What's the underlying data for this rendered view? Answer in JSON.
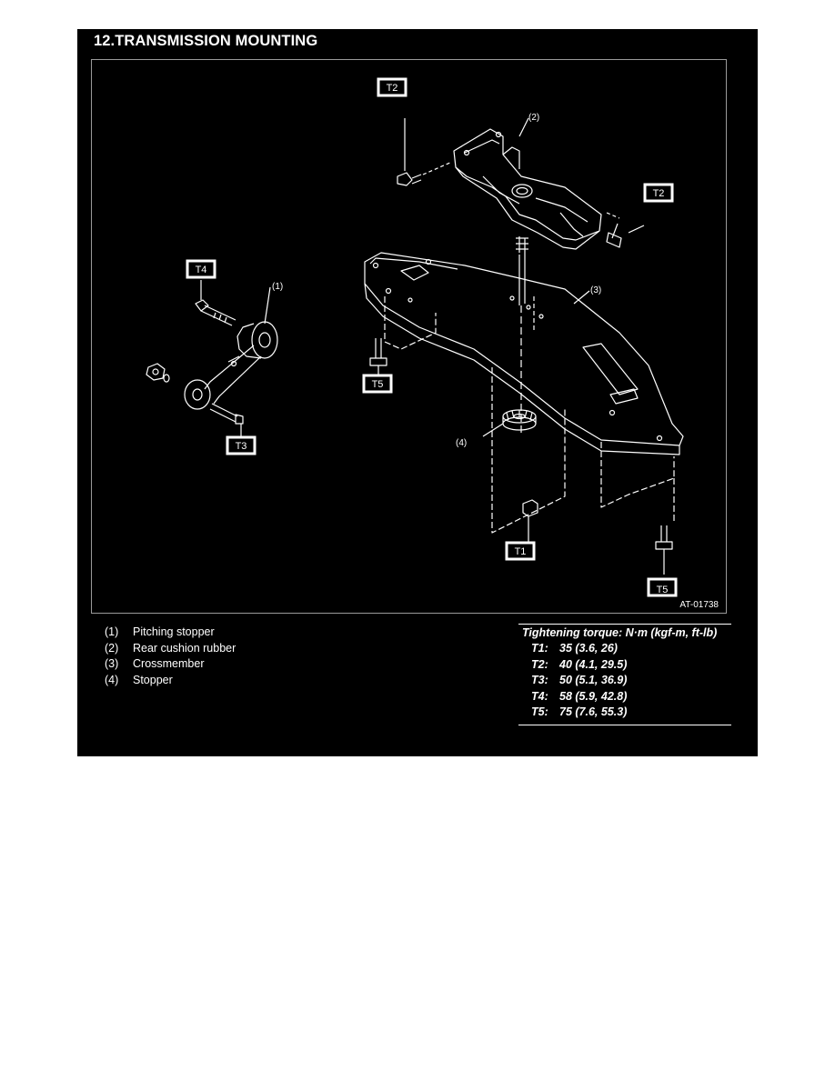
{
  "title": "12.TRANSMISSION MOUNTING",
  "figure": {
    "tags": {
      "t2_top": "T2",
      "t2_right": "T2",
      "t4": "T4",
      "t5_left": "T5",
      "t3": "T3",
      "t1": "T1",
      "t5_bottom": "T5"
    },
    "callouts": {
      "c1": "(1)",
      "c2": "(2)",
      "c3": "(3)",
      "c4": "(4)"
    },
    "figure_id": "AT-01738"
  },
  "legend": [
    {
      "num": "(1)",
      "text": "Pitching stopper"
    },
    {
      "num": "(2)",
      "text": "Rear cushion rubber"
    },
    {
      "num": "(3)",
      "text": "Crossmember"
    },
    {
      "num": "(4)",
      "text": "Stopper"
    }
  ],
  "torque": {
    "heading": "Tightening torque: N·m (kgf-m, ft-lb)",
    "rows": [
      {
        "code": "T1:",
        "value": "35 (3.6, 26)"
      },
      {
        "code": "T2:",
        "value": "40 (4.1, 29.5)"
      },
      {
        "code": "T3:",
        "value": "50 (5.1, 36.9)"
      },
      {
        "code": "T4:",
        "value": "58 (5.9, 42.8)"
      },
      {
        "code": "T5:",
        "value": "75 (7.6, 55.3)"
      }
    ]
  }
}
